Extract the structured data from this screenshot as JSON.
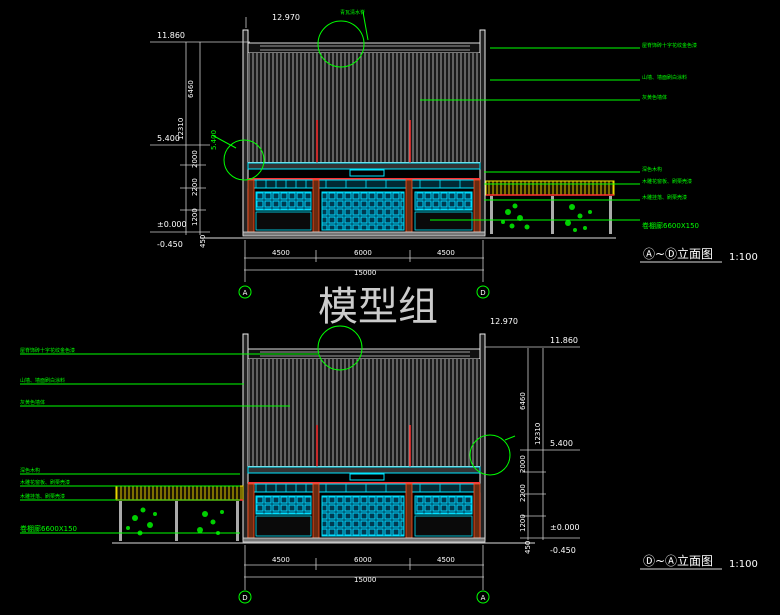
{
  "watermark": "模型组",
  "top": {
    "title": "Ⓐ~Ⓓ立面图",
    "scale": "1:100",
    "levels": {
      "ridge": "12.970",
      "eave": "11.860",
      "mid": "5.400",
      "ground": "±0.000",
      "base": "-0.450"
    },
    "vertical_dims": {
      "upper": "6460",
      "total": "12310",
      "d2": "2000",
      "d3": "2200",
      "d4": "1200",
      "d5": "450"
    },
    "bays": [
      "4500",
      "6000",
      "4500"
    ],
    "total": "15000",
    "axes": [
      "A",
      "D"
    ],
    "notes": [
      "青瓦清水脊",
      "屋脊饰砖十字花纹金色漆",
      "山墙、墙面刷白涂料",
      "灰黄色墙体",
      "深色木构",
      "木雕花窗板、刷栗壳漆",
      "木雕挂落、刷栗壳漆",
      "卷棚廊6600X150"
    ],
    "gable_note": "5.400"
  },
  "bottom": {
    "title": "Ⓓ~Ⓐ立面图",
    "scale": "1:100",
    "levels": {
      "ridge": "12.970",
      "eave": "11.860",
      "mid": "5.400",
      "ground": "±0.000",
      "base": "-0.450"
    },
    "vertical_dims": {
      "upper": "6460",
      "total": "12310",
      "d2": "2000",
      "d3": "2200",
      "d4": "1200",
      "d5": "450"
    },
    "bays": [
      "4500",
      "6000",
      "4500"
    ],
    "total": "15000",
    "axes": [
      "D",
      "A"
    ],
    "notes": [
      "屋脊饰砖十字花纹金色漆",
      "山墙、墙面刷白涂料",
      "灰黄色墙体",
      "深色木构",
      "木雕花窗板、刷栗壳漆",
      "木雕挂落、刷栗壳漆",
      "卷棚廊6600X150"
    ]
  },
  "colors": {
    "bg": "#000000",
    "roof": "#9a9a9a",
    "green": "#00ff00",
    "cyan": "#00e5ff",
    "red": "#ff3030",
    "yellow": "#f0e000",
    "white": "#ffffff"
  }
}
